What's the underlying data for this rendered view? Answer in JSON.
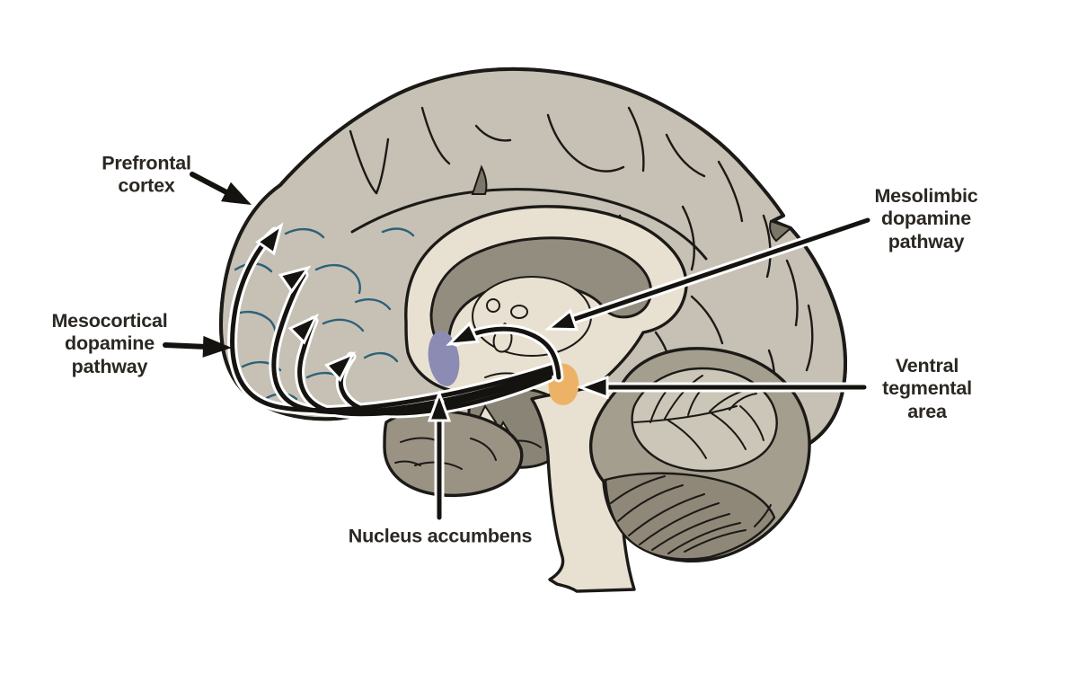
{
  "labels": {
    "prefrontal_cortex": {
      "lines": [
        "Prefrontal",
        "cortex"
      ]
    },
    "mesocortical_pathway": {
      "lines": [
        "Mesocortical",
        "dopamine",
        "pathway"
      ]
    },
    "nucleus_accumbens": {
      "lines": [
        "Nucleus accumbens"
      ]
    },
    "mesolimbic_pathway": {
      "lines": [
        "Mesolimbic",
        "dopamine",
        "pathway"
      ]
    },
    "ventral_tegmental_area": {
      "lines": [
        "Ventral",
        "tegmental",
        "area"
      ]
    }
  },
  "colors": {
    "background": "#ffffff",
    "cortex": "#c6c1b4",
    "cortex_outline": "#1c1a17",
    "prefrontal_highlight": "#4e8bab",
    "prefrontal_lines": "#2e6179",
    "inner_gray": "#938d7f",
    "midbrain_gray": "#8a8476",
    "notch_gray": "#7c7669",
    "limbic_cream": "#e8e1d1",
    "temporal_gray": "#9a9384",
    "cerebellum": "#a49e8e",
    "cerebellum_light": "#cbc6b7",
    "cerebellum_dark": "#8f8878",
    "nucleus_accumbens": "#8b8bb3",
    "ventral_tegmental_area": "#ecb366",
    "arrow": "#151310",
    "arrow_casing": "#ffffff",
    "label_text": "#2b2722"
  }
}
